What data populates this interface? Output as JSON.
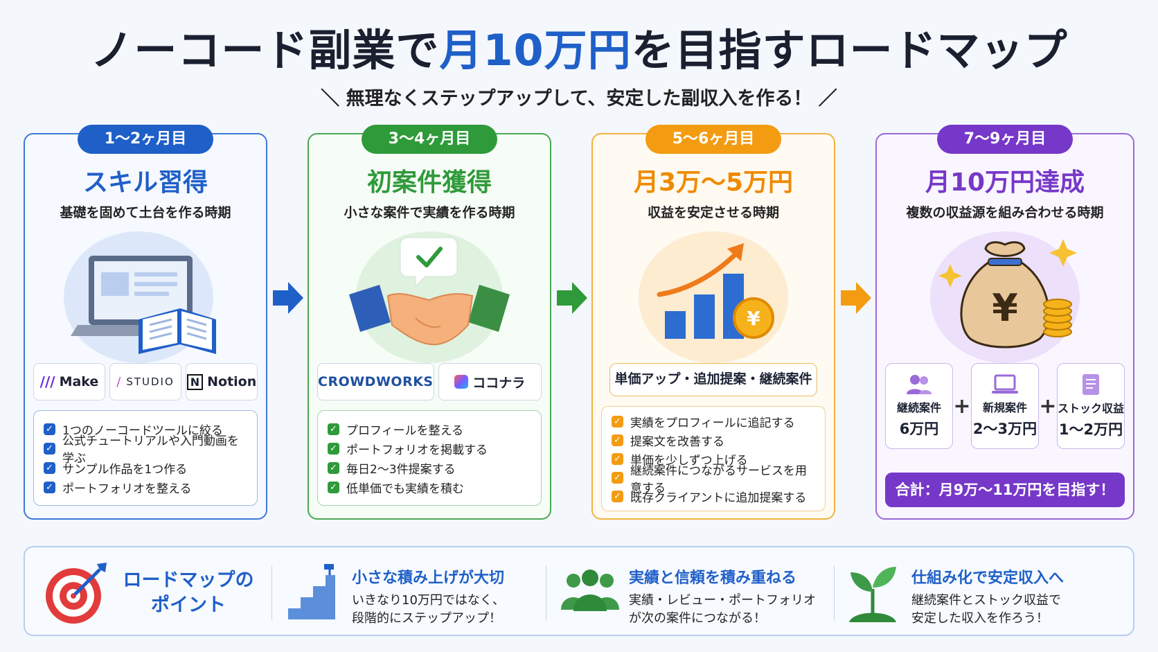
{
  "title": {
    "pre": "ノーコード副業で",
    "highlight": "月10万円",
    "post": "を目指すロードマップ"
  },
  "subtitle": "＼ 無理なくステップアップして、安定した副収入を作る！ ／",
  "colors": {
    "blue": "#1f5fc8",
    "green": "#2f9a3a",
    "orange": "#f39c12",
    "purple": "#7638c8"
  },
  "steps": [
    {
      "badge": "1〜2ヶ月目",
      "title": "スキル習得",
      "subtitle": "基礎を固めて土台を作る時期",
      "icon": "laptop-book-icon",
      "tools": [
        "Make",
        "STUDIO",
        "Notion"
      ],
      "checklist": [
        "1つのノーコードツールに絞る",
        "公式チュートリアルや入門動画を学ぶ",
        "サンプル作品を1つ作る",
        "ポートフォリオを整える"
      ]
    },
    {
      "badge": "3〜4ヶ月目",
      "title": "初案件獲得",
      "subtitle": "小さな案件で実績を作る時期",
      "icon": "handshake-icon",
      "tools": [
        "CROWDWORKS",
        "ココナラ"
      ],
      "checklist": [
        "プロフィールを整える",
        "ポートフォリオを掲載する",
        "毎日2〜3件提案する",
        "低単価でも実績を積む"
      ]
    },
    {
      "badge": "5〜6ヶ月目",
      "title": "月3万〜5万円",
      "subtitle": "収益を安定させる時期",
      "icon": "growth-chart-icon",
      "pill": "単価アップ・追加提案・継続案件",
      "checklist": [
        "実績をプロフィールに追記する",
        "提案文を改善する",
        "単価を少しずつ上げる",
        "継続案件につながるサービスを用意する",
        "既存クライアントに追加提案する"
      ]
    },
    {
      "badge": "7〜9ヶ月目",
      "title": "月10万円達成",
      "subtitle": "複数の収益源を組み合わせる時期",
      "icon": "money-bag-icon",
      "incomes": [
        {
          "label": "継続案件",
          "value": "6万円"
        },
        {
          "label": "新規案件",
          "value": "2〜3万円"
        },
        {
          "label": "ストック収益",
          "value": "1〜2万円"
        }
      ],
      "total": "合計：月9万〜11万円を目指す！"
    }
  ],
  "points": {
    "heading": [
      "ロードマップの",
      "ポイント"
    ],
    "items": [
      {
        "title": "小さな積み上げが大切",
        "lines": [
          "いきなり10万円ではなく、",
          "段階的にステップアップ！"
        ]
      },
      {
        "title": "実績と信頼を積み重ねる",
        "lines": [
          "実績・レビュー・ポートフォリオ",
          "が次の案件につながる！"
        ]
      },
      {
        "title": "仕組み化で安定収入へ",
        "lines": [
          "継続案件とストック収益で",
          "安定した収入を作ろう！"
        ]
      }
    ]
  }
}
